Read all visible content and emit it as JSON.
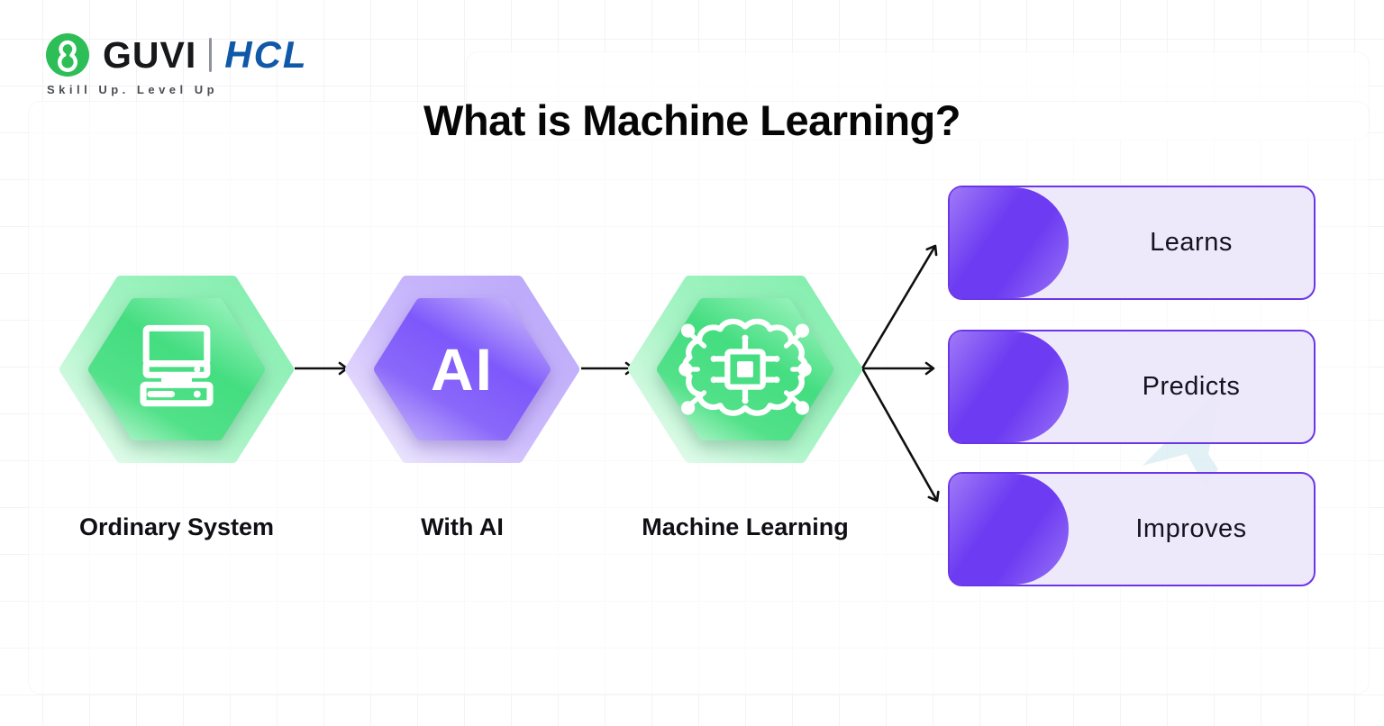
{
  "header": {
    "logo": {
      "icon": "guvi-logo-icon",
      "brand": "GUVI",
      "partner": "HCL",
      "tagline": "Skill Up. Level Up",
      "icon_bg_color": "#2dbe57",
      "brand_color": "#17181a",
      "partner_color": "#1058a8"
    }
  },
  "title": "What is Machine Learning?",
  "flow": {
    "steps": [
      {
        "id": "ordinary-system",
        "label": "Ordinary System",
        "icon": "desktop-computer-icon",
        "theme": "green"
      },
      {
        "id": "with-ai",
        "label": "With AI",
        "icon_text": "AI",
        "theme": "purple"
      },
      {
        "id": "machine-learning",
        "label": "Machine Learning",
        "icon": "brain-chip-icon",
        "theme": "green"
      }
    ],
    "outputs": [
      {
        "id": "learns",
        "label": "Learns"
      },
      {
        "id": "predicts",
        "label": "Predicts"
      },
      {
        "id": "improves",
        "label": "Improves"
      }
    ]
  },
  "colors": {
    "green_hex_dark": "#44dd80",
    "green_hex_light": "#a9f4c6",
    "purple_hex_dark": "#7e58fb",
    "purple_hex_light": "#cdbcfc",
    "output_box_border": "#6b36e8",
    "output_box_fill": "#ece7fa",
    "output_blob": "#6d3cf2",
    "arrow": "#101010",
    "background_grid": "#f3f3f6"
  }
}
